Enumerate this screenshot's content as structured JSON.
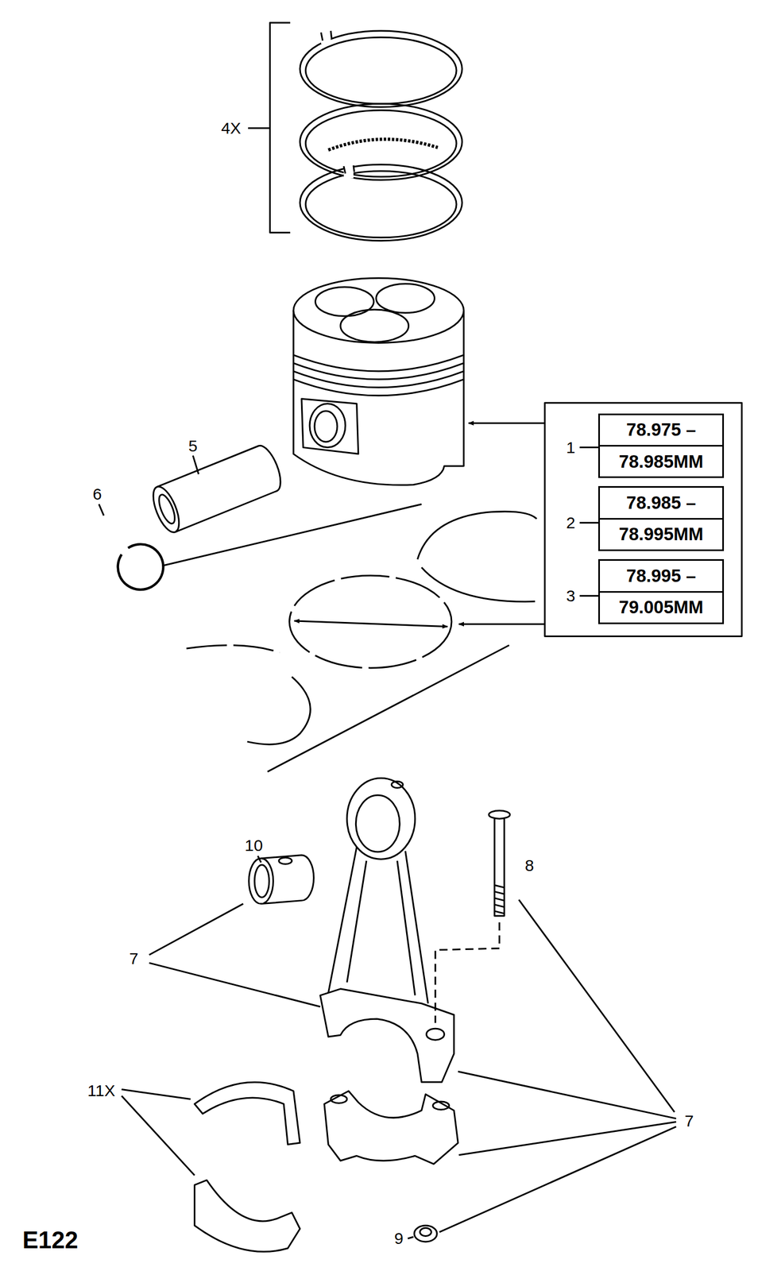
{
  "diagram": {
    "nodes": [
      {
        "text": [
          "78.975 –",
          "78.985MM"
        ]
      },
      {
        "text": [
          "78.985 –",
          "78.995MM"
        ]
      },
      {
        "text": [
          "78.995 –",
          "79.005MM"
        ]
      }
    ],
    "labels": [
      "4X",
      "5",
      "6",
      "1",
      "2",
      "3",
      "10",
      "8",
      "7",
      "11X",
      "7",
      "9",
      "E122"
    ]
  }
}
